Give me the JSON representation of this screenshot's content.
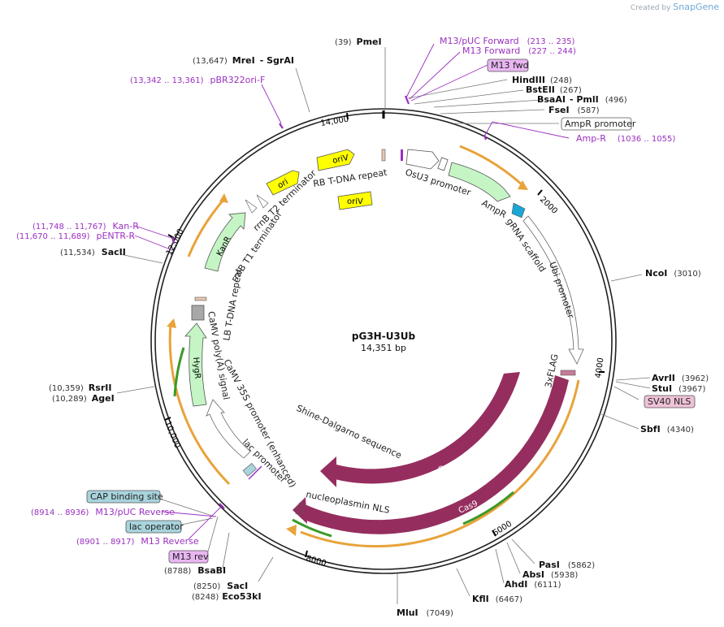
{
  "credit": {
    "prefix": "Created by",
    "brand": "SnapGene"
  },
  "plasmid": {
    "name": "pG3H-U3Ub",
    "length_text": "14,351 bp",
    "length": 14351
  },
  "ruler": [
    "2000",
    "4000",
    "6000",
    "8000",
    "10,000",
    "12,000",
    "14,000"
  ],
  "enzymes": [
    {
      "id": "pmei",
      "pos": "(39)",
      "name": "PmeI",
      "align": "pre"
    },
    {
      "id": "mrei",
      "pos": "(13,647)",
      "name": "MreI",
      "extra": "- SgrAI",
      "align": "pre"
    },
    {
      "id": "hindiii",
      "pos": "(248)",
      "name": "HindIII",
      "align": "post"
    },
    {
      "id": "bsteii",
      "pos": "(267)",
      "name": "BstEII",
      "align": "post"
    },
    {
      "id": "bsaai",
      "pos": "(496)",
      "name": "BsaAI",
      "extra": "- PmlI",
      "align": "post"
    },
    {
      "id": "fsei",
      "pos": "(587)",
      "name": "FseI",
      "align": "post"
    },
    {
      "id": "ncoi",
      "pos": "(3010)",
      "name": "NcoI",
      "align": "post"
    },
    {
      "id": "avrii",
      "pos": "(3962)",
      "name": "AvrII",
      "align": "post"
    },
    {
      "id": "stui",
      "pos": "(3967)",
      "name": "StuI",
      "align": "post"
    },
    {
      "id": "sbfi",
      "pos": "(4340)",
      "name": "SbfI",
      "align": "post"
    },
    {
      "id": "pasi",
      "pos": "(5862)",
      "name": "PasI",
      "align": "post"
    },
    {
      "id": "absi",
      "pos": "(5938)",
      "name": "AbsI",
      "align": "post"
    },
    {
      "id": "ahdi",
      "pos": "(6111)",
      "name": "AhdI",
      "align": "post"
    },
    {
      "id": "kfli",
      "pos": "(6467)",
      "name": "KflI",
      "align": "post"
    },
    {
      "id": "mlui",
      "pos": "(7049)",
      "name": "MluI",
      "align": "post"
    },
    {
      "id": "saci",
      "pos": "(8250)",
      "name": "SacI",
      "align": "pre"
    },
    {
      "id": "eco53ki",
      "pos": "(8248)",
      "name": "Eco53kI",
      "align": "pre"
    },
    {
      "id": "bsabi",
      "pos": "(8788)",
      "name": "BsaBI",
      "align": "pre"
    },
    {
      "id": "agei",
      "pos": "(10,289)",
      "name": "AgeI",
      "align": "pre"
    },
    {
      "id": "rsrii",
      "pos": "(10,359)",
      "name": "RsrII",
      "align": "pre"
    },
    {
      "id": "sacii",
      "pos": "(11,534)",
      "name": "SacII",
      "align": "pre"
    }
  ],
  "primers": [
    {
      "id": "m13puc-fwd",
      "name": "M13/pUC Forward",
      "range": "(213 .. 235)"
    },
    {
      "id": "m13-fwd",
      "name": "M13 Forward",
      "range": "(227 .. 244)"
    },
    {
      "id": "amp-r",
      "name": "Amp-R",
      "range": "(1036 .. 1055)"
    },
    {
      "id": "pbr322",
      "name": "pBR322ori-F",
      "range": "(13,342 .. 13,361)"
    },
    {
      "id": "kan-r",
      "name": "Kan-R",
      "range": "(11,748 .. 11,767)"
    },
    {
      "id": "pentr-r",
      "name": "pENTR-R",
      "range": "(11,670 .. 11,689)"
    },
    {
      "id": "m13puc-rev",
      "name": "M13/pUC Reverse",
      "range": "(8914 .. 8936)"
    },
    {
      "id": "m13-rev",
      "name": "M13 Reverse",
      "range": "(8901 .. 8917)"
    }
  ],
  "boxes": [
    {
      "id": "m13fwd-box",
      "text": "M13 fwd",
      "color": "#e9b6f2"
    },
    {
      "id": "amppromoter-box",
      "text": "AmpR promoter",
      "color": "#ffffff"
    },
    {
      "id": "sv40nls-box",
      "text": "SV40 NLS",
      "color": "#eec1d7"
    },
    {
      "id": "cap-box",
      "text": "CAP binding site",
      "color": "#a8d4dc"
    },
    {
      "id": "lacop-box",
      "text": "lac operator",
      "color": "#a8d4dc"
    },
    {
      "id": "m13rev-box",
      "text": "M13 rev",
      "color": "#e9b6f2"
    }
  ],
  "features": {
    "ori_inner": "ori",
    "oriv_a": "oriV",
    "oriv_b": "oriV",
    "kanr": "KanR",
    "ampr": "AmpR",
    "hygr": "HygR",
    "cas9_a": "Cas9",
    "cas9_b": "Cas9",
    "rb_tdna": "RB T-DNA repeat",
    "osu3": "OsU3 promoter",
    "ampr_label": "AmpR",
    "grna": "gRNA scaffold",
    "ubi": "Ubi promoter",
    "flag": "3xFLAG",
    "rrnb_t2": "rrnB T2 terminator",
    "rrnb_t1": "rrnB T1 terminator",
    "lb_tdna": "LB T-DNA repeat",
    "camv_polya": "CaMV poly(A) signal",
    "camv35s": "CaMV 35S promoter (enhanced)",
    "lac_promoter": "lac promoter",
    "shine": "Shine-Dalgarno sequence",
    "nucleoplasmin": "nucleoplasmin NLS"
  },
  "colors": {
    "ori": "#ffff00",
    "resistance": "#c5f5c5",
    "cas9": "#952e5e",
    "orf": "#e8a33a",
    "grna": "#1aa6d6",
    "primer": "#9b2fc0",
    "tdna": "#b0b0b0"
  }
}
